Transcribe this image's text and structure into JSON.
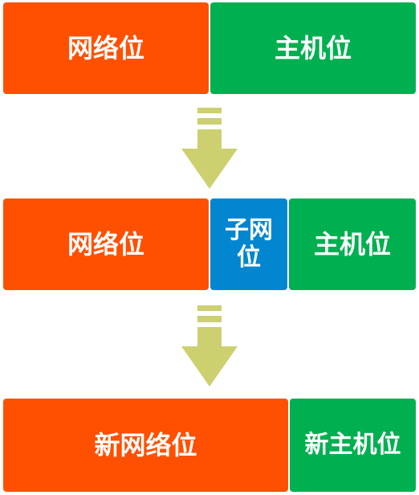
{
  "colors": {
    "orange": "#fe5000",
    "green": "#00b050",
    "blue": "#0286d0",
    "arrow": "#ccd06f"
  },
  "rows": [
    {
      "network": "网络位",
      "host": "主机位"
    },
    {
      "network": "网络位",
      "subnet": "子网位",
      "host": "主机位"
    },
    {
      "network": "新网络位",
      "host": "新主机位"
    }
  ],
  "arrows": [
    {
      "icon": "down-arrow-icon"
    },
    {
      "icon": "down-arrow-icon"
    }
  ]
}
